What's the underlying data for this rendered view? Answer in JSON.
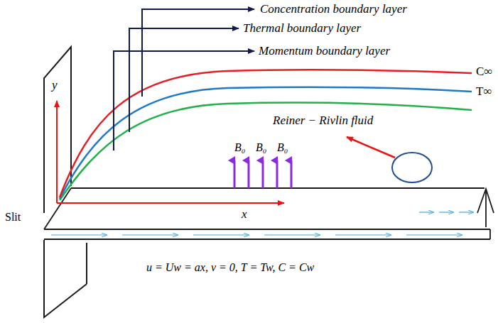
{
  "diagram": {
    "labels": [
      "Concentration boundary layer",
      "Thermal boundary layer",
      "Momentum boundary layer",
      "y",
      "C∞",
      "T∞",
      "Reiner − Rivlin fluid",
      "B₀",
      "B₀",
      "B₀",
      "Slit",
      "x",
      "u = Uw = ax, v = 0, T = Tw, C = Cw"
    ]
  }
}
